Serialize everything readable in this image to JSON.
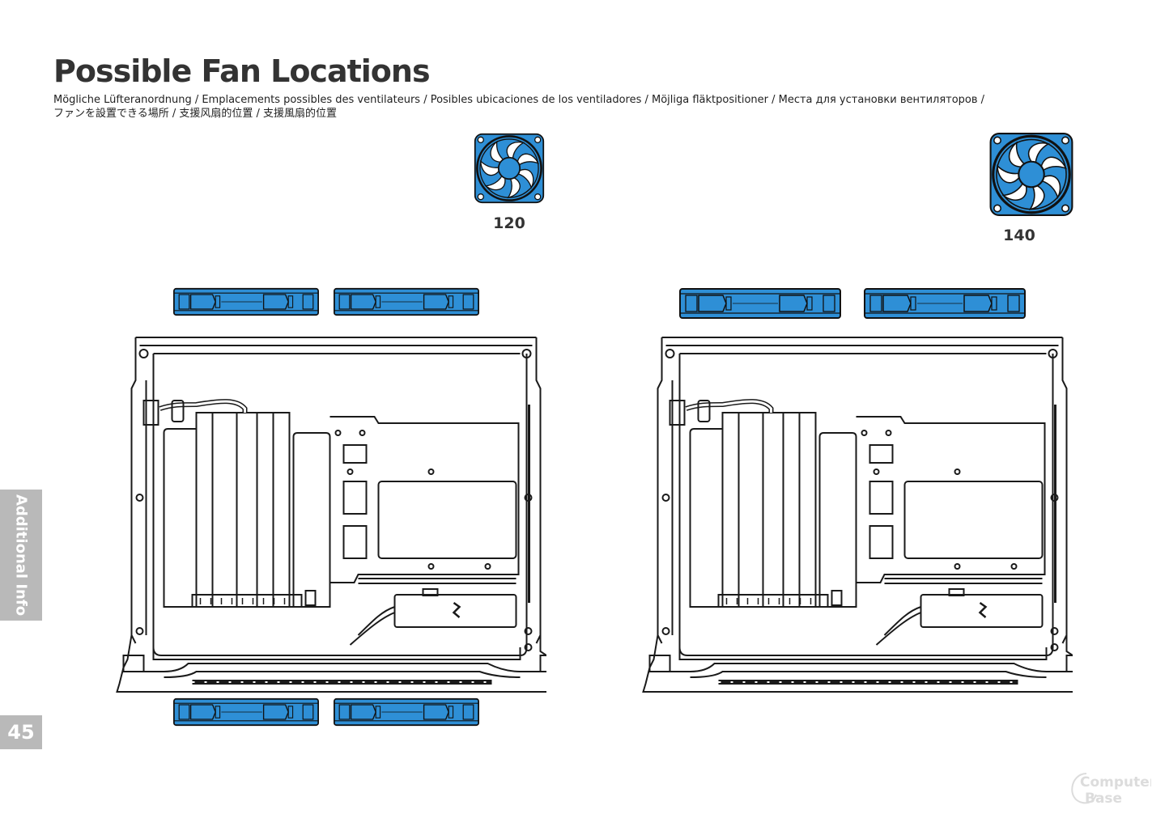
{
  "page": {
    "title": "Possible Fan Locations",
    "subtitle_line1": "Mögliche Lüfteranordnung / Emplacements possibles des ventilateurs / Posibles ubicaciones de los ventiladores / Möjliga fläktpositioner / Места для установки вентиляторов /",
    "subtitle_line2": "ファンを設置できる場所 / 支援风扇的位置 / 支援風扇的位置",
    "section_tab": "Additional Info",
    "page_number": "45"
  },
  "fan_sizes": [
    {
      "label": "120",
      "icon": "fan-120-icon"
    },
    {
      "label": "140",
      "icon": "fan-140-icon"
    }
  ],
  "colors": {
    "fan_blue": "#2e8fd6",
    "line": "#222222",
    "tab_gray": "#b9b9b9"
  },
  "diagrams": [
    {
      "name": "case-diagram-120",
      "fan_size": "120",
      "fan_positions": [
        "top",
        "bottom"
      ]
    },
    {
      "name": "case-diagram-140",
      "fan_size": "140",
      "fan_positions": [
        "top"
      ]
    }
  ]
}
